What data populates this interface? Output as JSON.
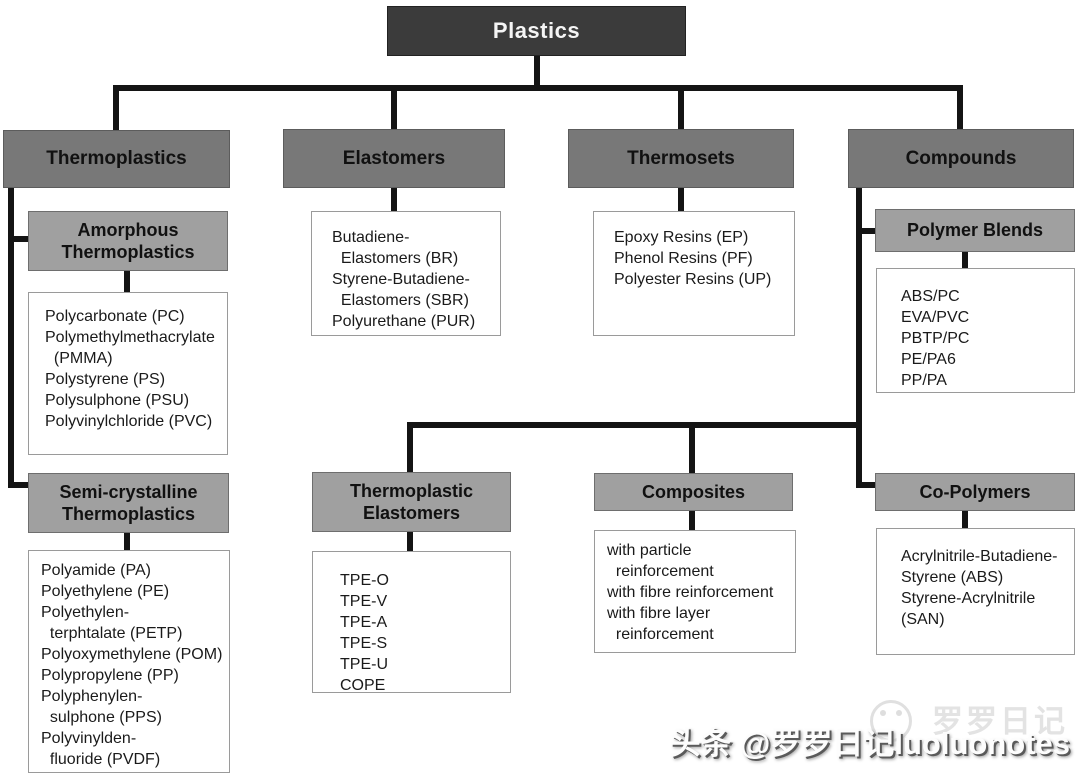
{
  "diagram": {
    "root_label": "Plastics",
    "level1": {
      "thermoplastics": "Thermoplastics",
      "elastomers": "Elastomers",
      "thermosets": "Thermosets",
      "compounds": "Compounds"
    },
    "thermoplastics": {
      "amorphous": {
        "title": "Amorphous\nThermoplastics",
        "items": [
          "Polycarbonate (PC)",
          "Polymethylmethacrylate\n  (PMMA)",
          "Polystyrene (PS)",
          "Polysulphone (PSU)",
          "Polyvinylchloride (PVC)"
        ]
      },
      "semi_crystalline": {
        "title": "Semi-crystalline\nThermoplastics",
        "items": [
          "Polyamide (PA)",
          "Polyethylene (PE)",
          "Polyethylen-\n  terphtalate (PETP)",
          "Polyoxymethylene (POM)",
          "Polypropylene (PP)",
          "Polyphenylen-\n  sulphone (PPS)",
          "Polyvinylden-\n  fluoride (PVDF)"
        ]
      }
    },
    "elastomers": {
      "items": [
        "Butadiene-\n  Elastomers (BR)",
        "Styrene-Butadiene-\n  Elastomers (SBR)",
        "Polyurethane (PUR)"
      ]
    },
    "thermosets": {
      "items": [
        "Epoxy Resins (EP)",
        "Phenol Resins (PF)",
        "Polyester Resins (UP)"
      ]
    },
    "thermoplastic_elastomers": {
      "title": "Thermoplastic\nElastomers",
      "items": [
        "TPE-O",
        "TPE-V",
        "TPE-A",
        "TPE-S",
        "TPE-U",
        "COPE"
      ]
    },
    "composites": {
      "title": "Composites",
      "items": [
        "with particle\n  reinforcement",
        "with fibre reinforcement",
        "with fibre layer\n  reinforcement"
      ]
    },
    "compounds": {
      "polymer_blends": {
        "title": "Polymer Blends",
        "items": [
          "ABS/PC",
          "EVA/PVC",
          "PBTP/PC",
          "PE/PA6",
          "PP/PA"
        ]
      },
      "co_polymers": {
        "title": "Co-Polymers",
        "items": [
          "Acrylnitrile-Butadiene-\nStyrene (ABS)",
          "Styrene-Acrylnitrile\n(SAN)"
        ]
      }
    }
  },
  "watermark": {
    "text": "头条 @罗罗日记luoluonotes",
    "ghost_text": "罗罗日记"
  },
  "colors": {
    "root_bg": "#3b3b3b",
    "header_bg": "#787878",
    "subheader_bg": "#a0a0a0",
    "connector": "#141414",
    "list_border": "#9a9a9a"
  }
}
